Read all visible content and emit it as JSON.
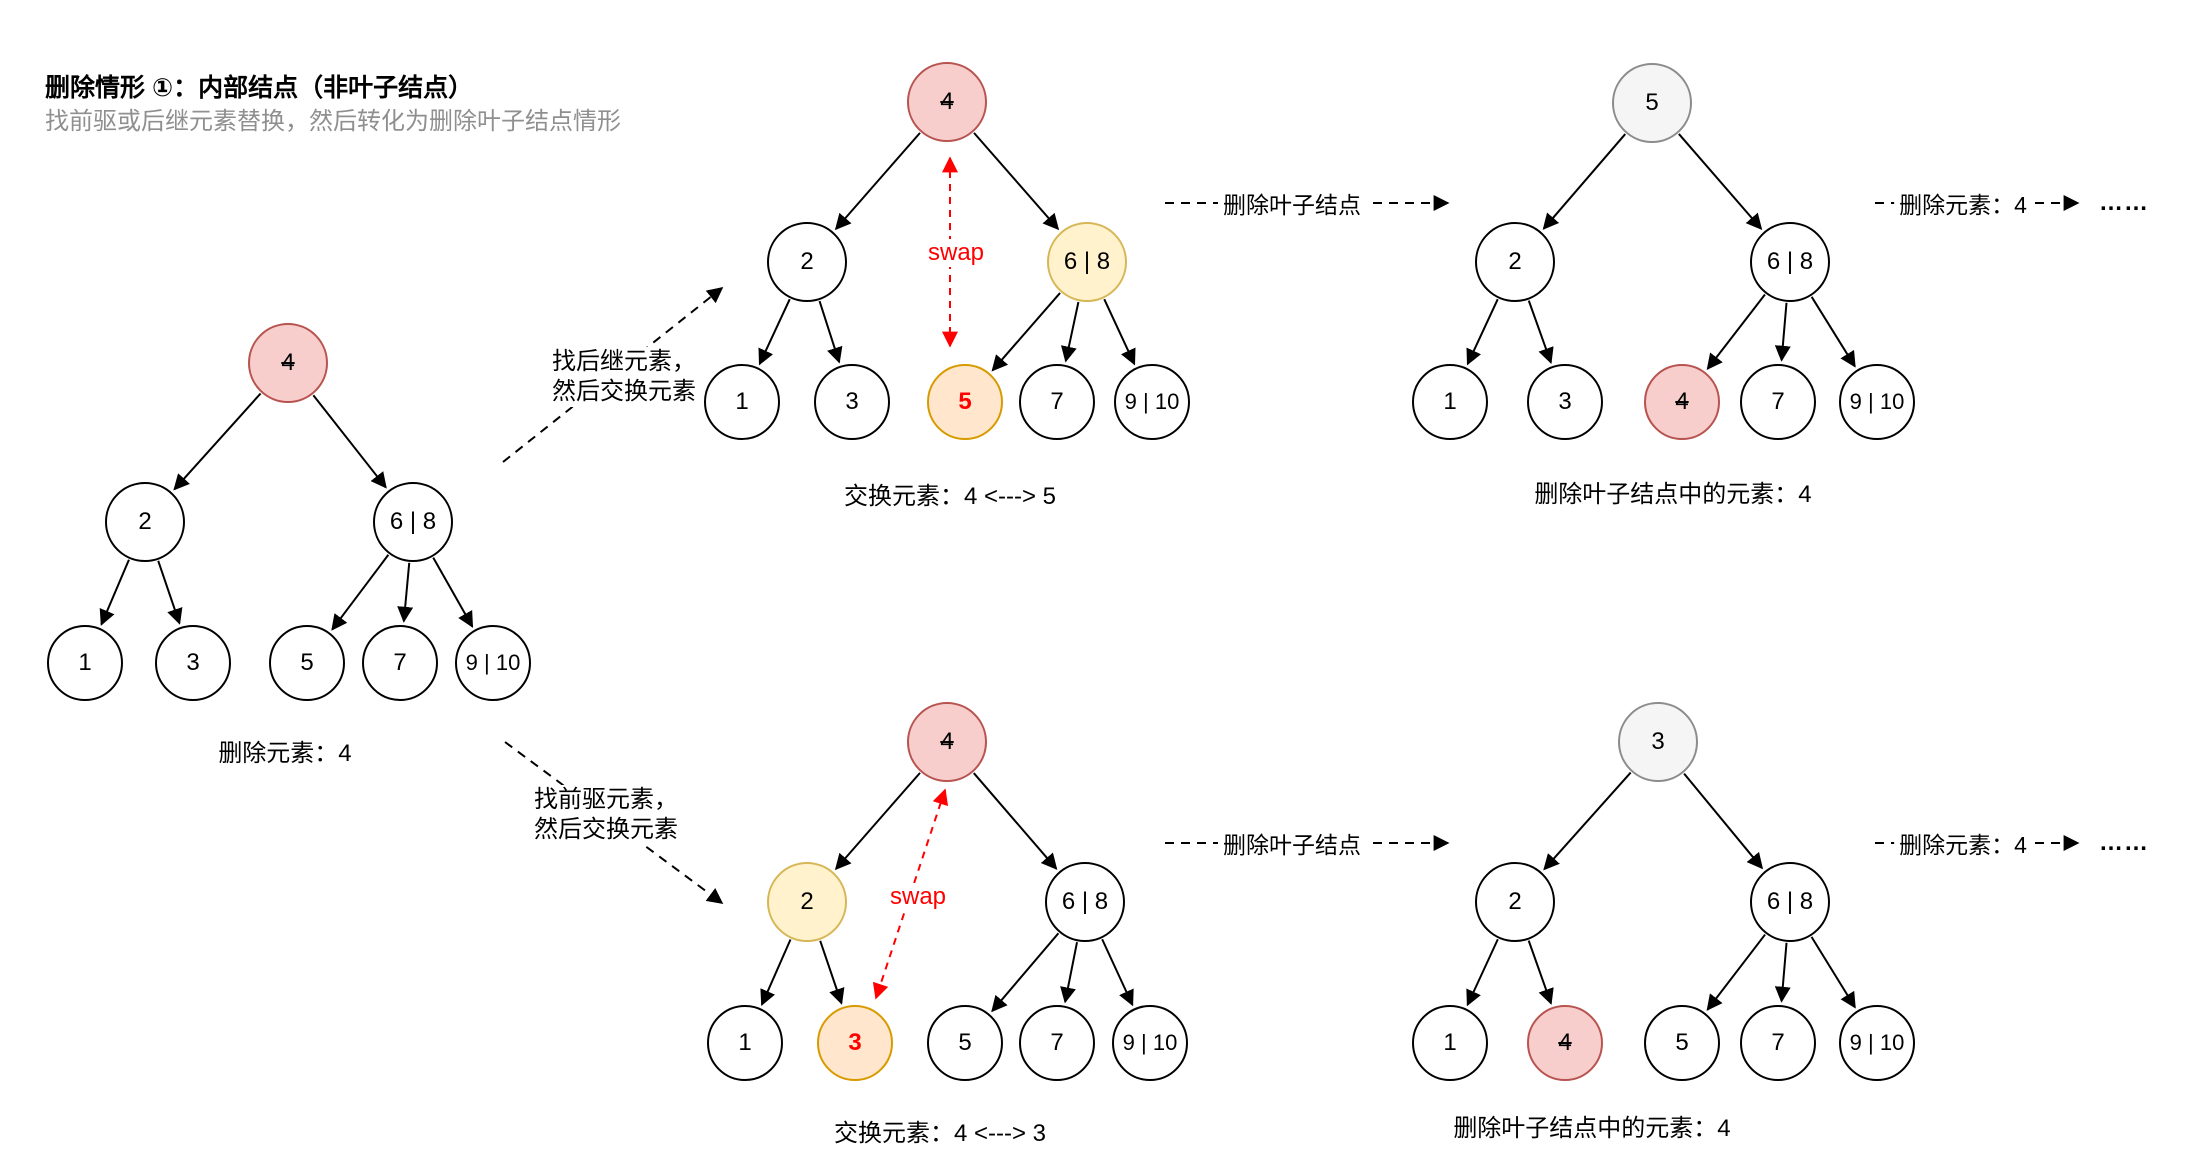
{
  "header": {
    "title": "删除情形 ①：内部结点（非叶子结点）",
    "subtitle": "找前驱或后继元素替换，然后转化为删除叶子结点情形"
  },
  "colors": {
    "deleted_node_fill": "#f8cecc",
    "deleted_node_stroke": "#b85450",
    "highlight_node_fill": "#fff2cc",
    "highlight_node_stroke": "#d6b656",
    "swapped_leaf_fill": "#ffe6cc",
    "swapped_leaf_stroke": "#d79b00",
    "result_root_fill": "#f5f5f5",
    "result_root_stroke": "#8c8c8c",
    "swap_arrow": "#ff0000",
    "edge": "#000000"
  },
  "trees": {
    "initial": {
      "root": "4",
      "left_child": "2",
      "right_child": "6 | 8",
      "leaves": [
        "1",
        "3",
        "5",
        "7",
        "9 | 10"
      ],
      "caption": "删除元素：4"
    },
    "swap_successor": {
      "root": "4",
      "left_child": "2",
      "right_child": "6 | 8",
      "leaves": [
        "1",
        "3",
        "5",
        "7",
        "9 | 10"
      ],
      "swap_label": "swap",
      "caption": "交换元素：4 <---> 5"
    },
    "delete_successor": {
      "root": "5",
      "left_child": "2",
      "right_child": "6 | 8",
      "leaves": [
        "1",
        "3",
        "4",
        "7",
        "9 | 10"
      ],
      "caption": "删除叶子结点中的元素：4"
    },
    "swap_predecessor": {
      "root": "4",
      "left_child": "2",
      "right_child": "6 | 8",
      "leaves": [
        "1",
        "3",
        "5",
        "7",
        "9 | 10"
      ],
      "swap_label": "swap",
      "caption": "交换元素：4 <---> 3"
    },
    "delete_predecessor": {
      "root": "3",
      "left_child": "2",
      "right_child": "6 | 8",
      "leaves": [
        "1",
        "4",
        "5",
        "7",
        "9 | 10"
      ],
      "caption": "删除叶子结点中的元素：4"
    }
  },
  "annotations": {
    "find_successor_line1": "找后继元素，",
    "find_successor_line2": "然后交换元素",
    "find_predecessor_line1": "找前驱元素，",
    "find_predecessor_line2": "然后交换元素",
    "delete_leaf_label": "删除叶子结点",
    "delete_element_label": "删除元素：4",
    "ellipsis": "……"
  }
}
